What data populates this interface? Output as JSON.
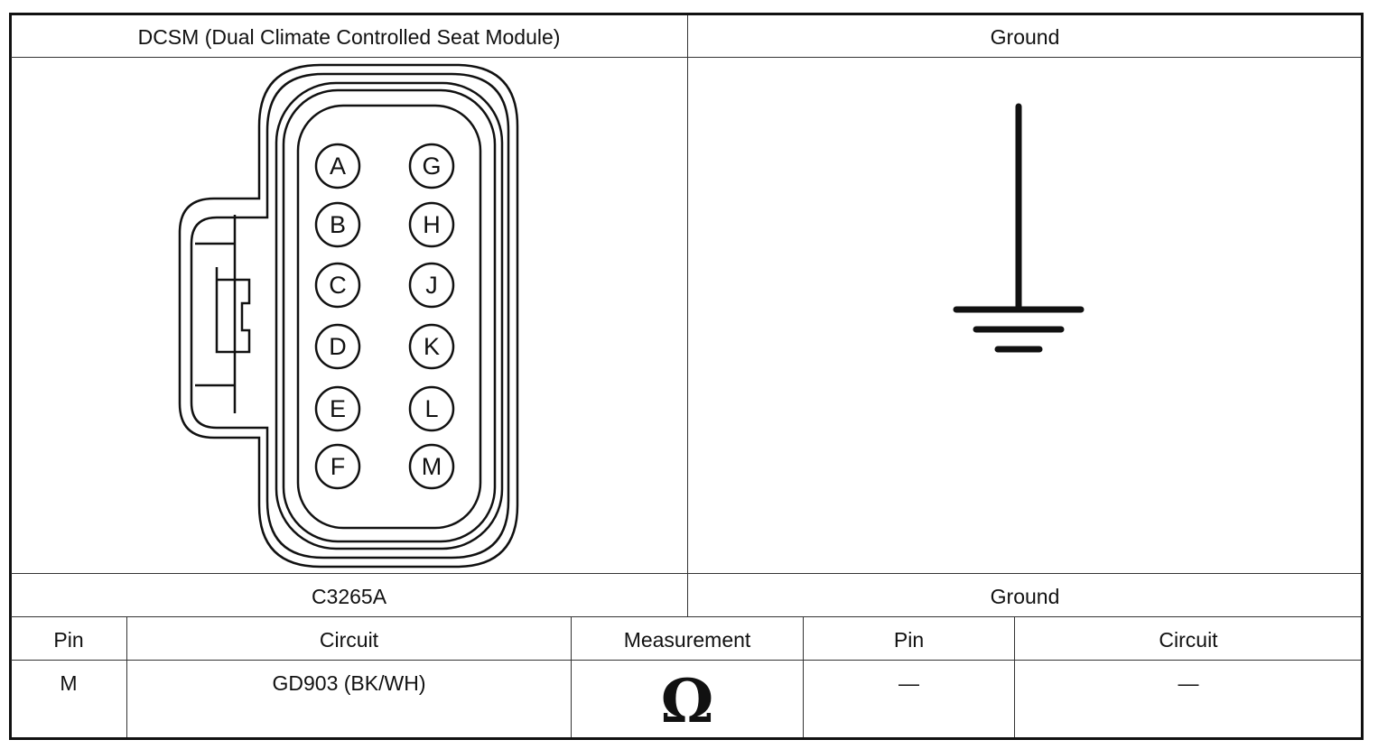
{
  "headers": {
    "left": "DCSM (Dual Climate Controlled Seat Module)",
    "right": "Ground"
  },
  "captions": {
    "left": "C3265A",
    "right": "Ground"
  },
  "connector": {
    "pins_left": [
      "A",
      "B",
      "C",
      "D",
      "E",
      "F"
    ],
    "pins_right": [
      "G",
      "H",
      "J",
      "K",
      "L",
      "M"
    ]
  },
  "ground_icon": "ground-symbol-icon",
  "table": {
    "columns": [
      "Pin",
      "Circuit",
      "Measurement",
      "Pin",
      "Circuit"
    ],
    "rows": [
      {
        "pin": "M",
        "circuit": "GD903 (BK/WH)",
        "measurement": "Ω",
        "pin2": "—",
        "circuit2": "—"
      }
    ]
  }
}
